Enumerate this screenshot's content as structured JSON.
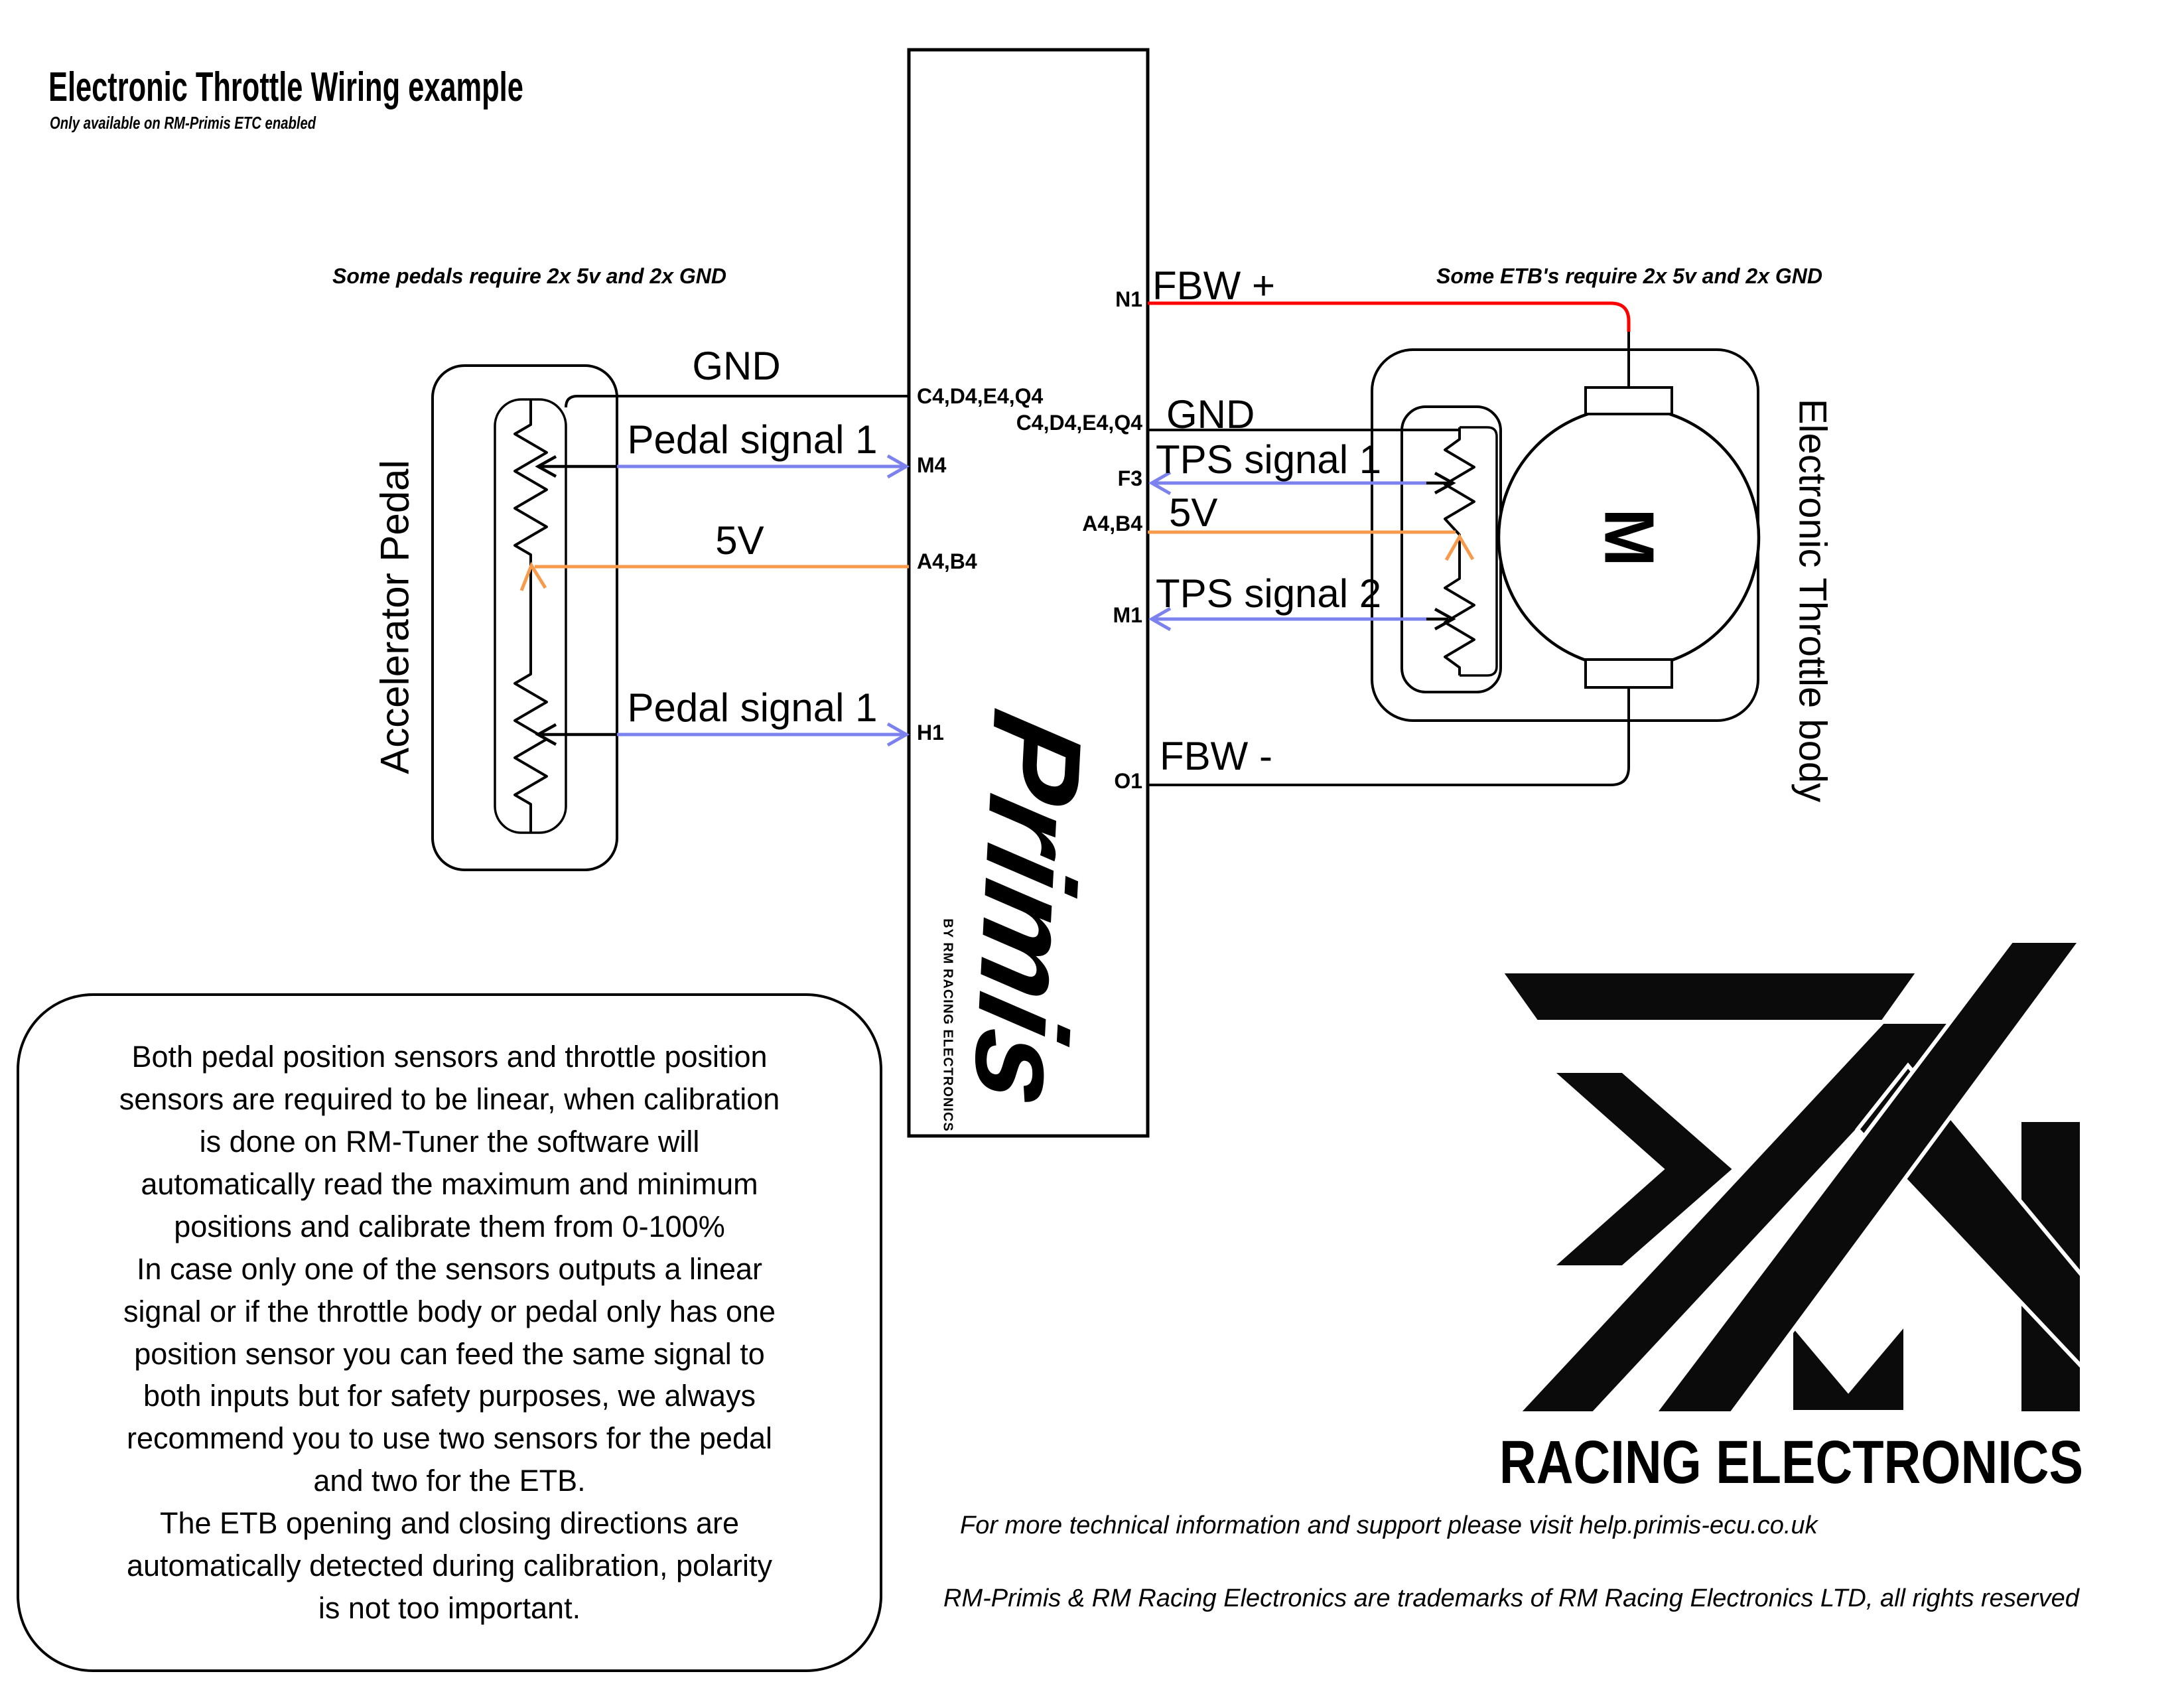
{
  "title": {
    "main": "Electronic Throttle Wiring example",
    "subtitle": "Only available on RM-Primis ETC enabled"
  },
  "pedal": {
    "rotated_label": "Accelerator Pedal",
    "note": "Some pedals require 2x 5v and 2x GND",
    "wires": [
      {
        "label": "GND",
        "pin": "C4,D4,E4,Q4"
      },
      {
        "label": "Pedal signal 1",
        "pin": "M4"
      },
      {
        "label": "5V",
        "pin": "A4,B4"
      },
      {
        "label": "Pedal signal 1",
        "pin": "H1"
      }
    ]
  },
  "etb": {
    "rotated_label": "Electronic Throttle body",
    "note": "Some ETB's require 2x 5v and 2x GND",
    "motor_label": "M",
    "wires": [
      {
        "label": "FBW +",
        "pin": "N1"
      },
      {
        "label": "GND",
        "pin": "C4,D4,E4,Q4"
      },
      {
        "label": "TPS signal 1",
        "pin": "F3"
      },
      {
        "label": "5V",
        "pin": "A4,B4"
      },
      {
        "label": "TPS signal 2",
        "pin": "M1"
      },
      {
        "label": "FBW -",
        "pin": "O1"
      }
    ]
  },
  "ecu_logo": {
    "name": "Primis",
    "byline": "BY RM RACING ELECTRONICS"
  },
  "info_box": {
    "text": "Both pedal position sensors and throttle position\nsensors are required to be linear, when calibration\nis done on RM-Tuner the software will\nautomatically read the maximum and minimum\npositions and calibrate them from 0-100%\nIn case only one of the sensors outputs a linear\nsignal or if the throttle body or pedal only has one\nposition sensor you can feed the same signal to\nboth inputs but for safety purposes, we always\nrecommend you to use two sensors for the pedal\nand two for the ETB.\nThe ETB opening and closing directions are\nautomatically detected during calibration, polarity\nis not too important."
  },
  "brand": {
    "name": "RACING ELECTRONICS"
  },
  "footer": {
    "line1": "For more technical information and support please visit help.primis-ecu.co.uk",
    "line2": "RM-Primis & RM Racing Electronics are trademarks of RM Racing Electronics LTD, all rights reserved"
  },
  "colors": {
    "signal_blue": "#7b82ee",
    "power_orange": "#f89a4c",
    "fbw_red": "#ff0000",
    "wire_black": "#000000"
  }
}
